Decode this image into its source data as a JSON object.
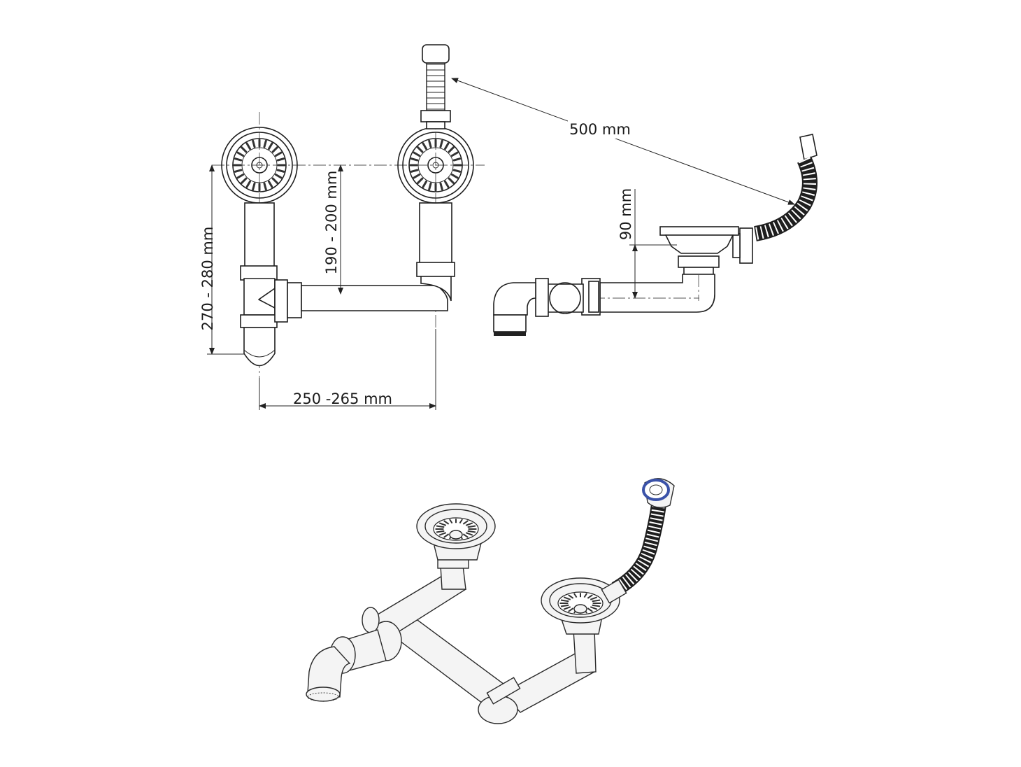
{
  "dimensions": {
    "hose_length": "500 mm",
    "height_overall": "270 - 280 mm",
    "height_branch": "190 - 200 mm",
    "width_between_drains": "250 -265 mm",
    "overflow_height": "90 mm"
  },
  "colors": {
    "line": "#1e1e1e",
    "overflow_ring": "#3a52a8"
  }
}
